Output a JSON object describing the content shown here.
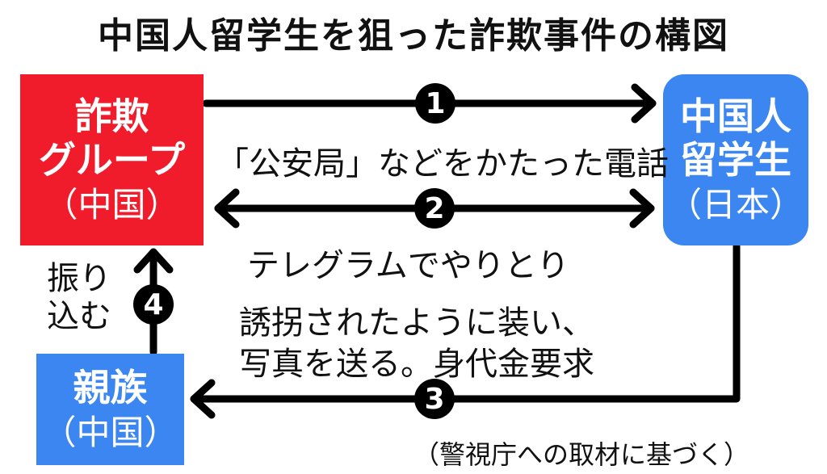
{
  "title": "中国人留学生を狙った詐欺事件の構図",
  "nodes": {
    "fraud_group": {
      "line1": "詐欺",
      "line2": "グループ",
      "sub": "（中国）",
      "color": "#f01c2c"
    },
    "student": {
      "line1": "中国人",
      "line2": "留学生",
      "sub": "（日本）",
      "color": "#3b86f0"
    },
    "relatives": {
      "line1": "親族",
      "sub": "（中国）",
      "color": "#3b86f0"
    }
  },
  "steps": [
    {
      "number": "1",
      "text": "「公安局」などをかたった電話"
    },
    {
      "number": "2",
      "text": "テレグラムでやりとり"
    },
    {
      "number": "3",
      "line1": "誘拐されたように装い、",
      "line2": "写真を送る。身代金要求"
    },
    {
      "number": "4",
      "line1": "振り",
      "line2": "込む"
    }
  ],
  "source": "（警視庁への取材に基づく）"
}
